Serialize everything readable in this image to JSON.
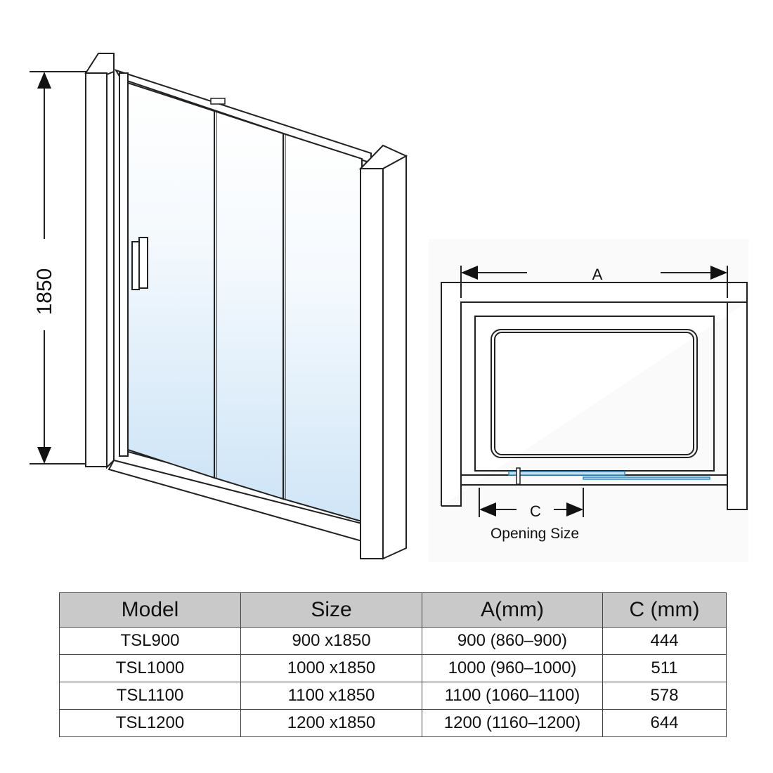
{
  "elevation": {
    "height_label": "1850"
  },
  "plan": {
    "width_label": "A",
    "opening_label": "C",
    "opening_caption": "Opening Size"
  },
  "table": {
    "headers": [
      "Model",
      "Size",
      "A(mm)",
      "C (mm)"
    ],
    "rows": [
      [
        "TSL900",
        "900 x1850",
        "900 (860–900)",
        "444"
      ],
      [
        "TSL1000",
        "1000 x1850",
        "1000 (960–1000)",
        "511"
      ],
      [
        "TSL1100",
        "1100 x1850",
        "1100 (1060–1100)",
        "578"
      ],
      [
        "TSL1200",
        "1200 x1850",
        "1200 (1160–1200)",
        "644"
      ]
    ]
  },
  "colors": {
    "glass_top": "#ffffff",
    "glass_bottom": "#cfe5f7",
    "glass_plan": "#4aa3d8",
    "header_bg": "#c9c9c9"
  }
}
